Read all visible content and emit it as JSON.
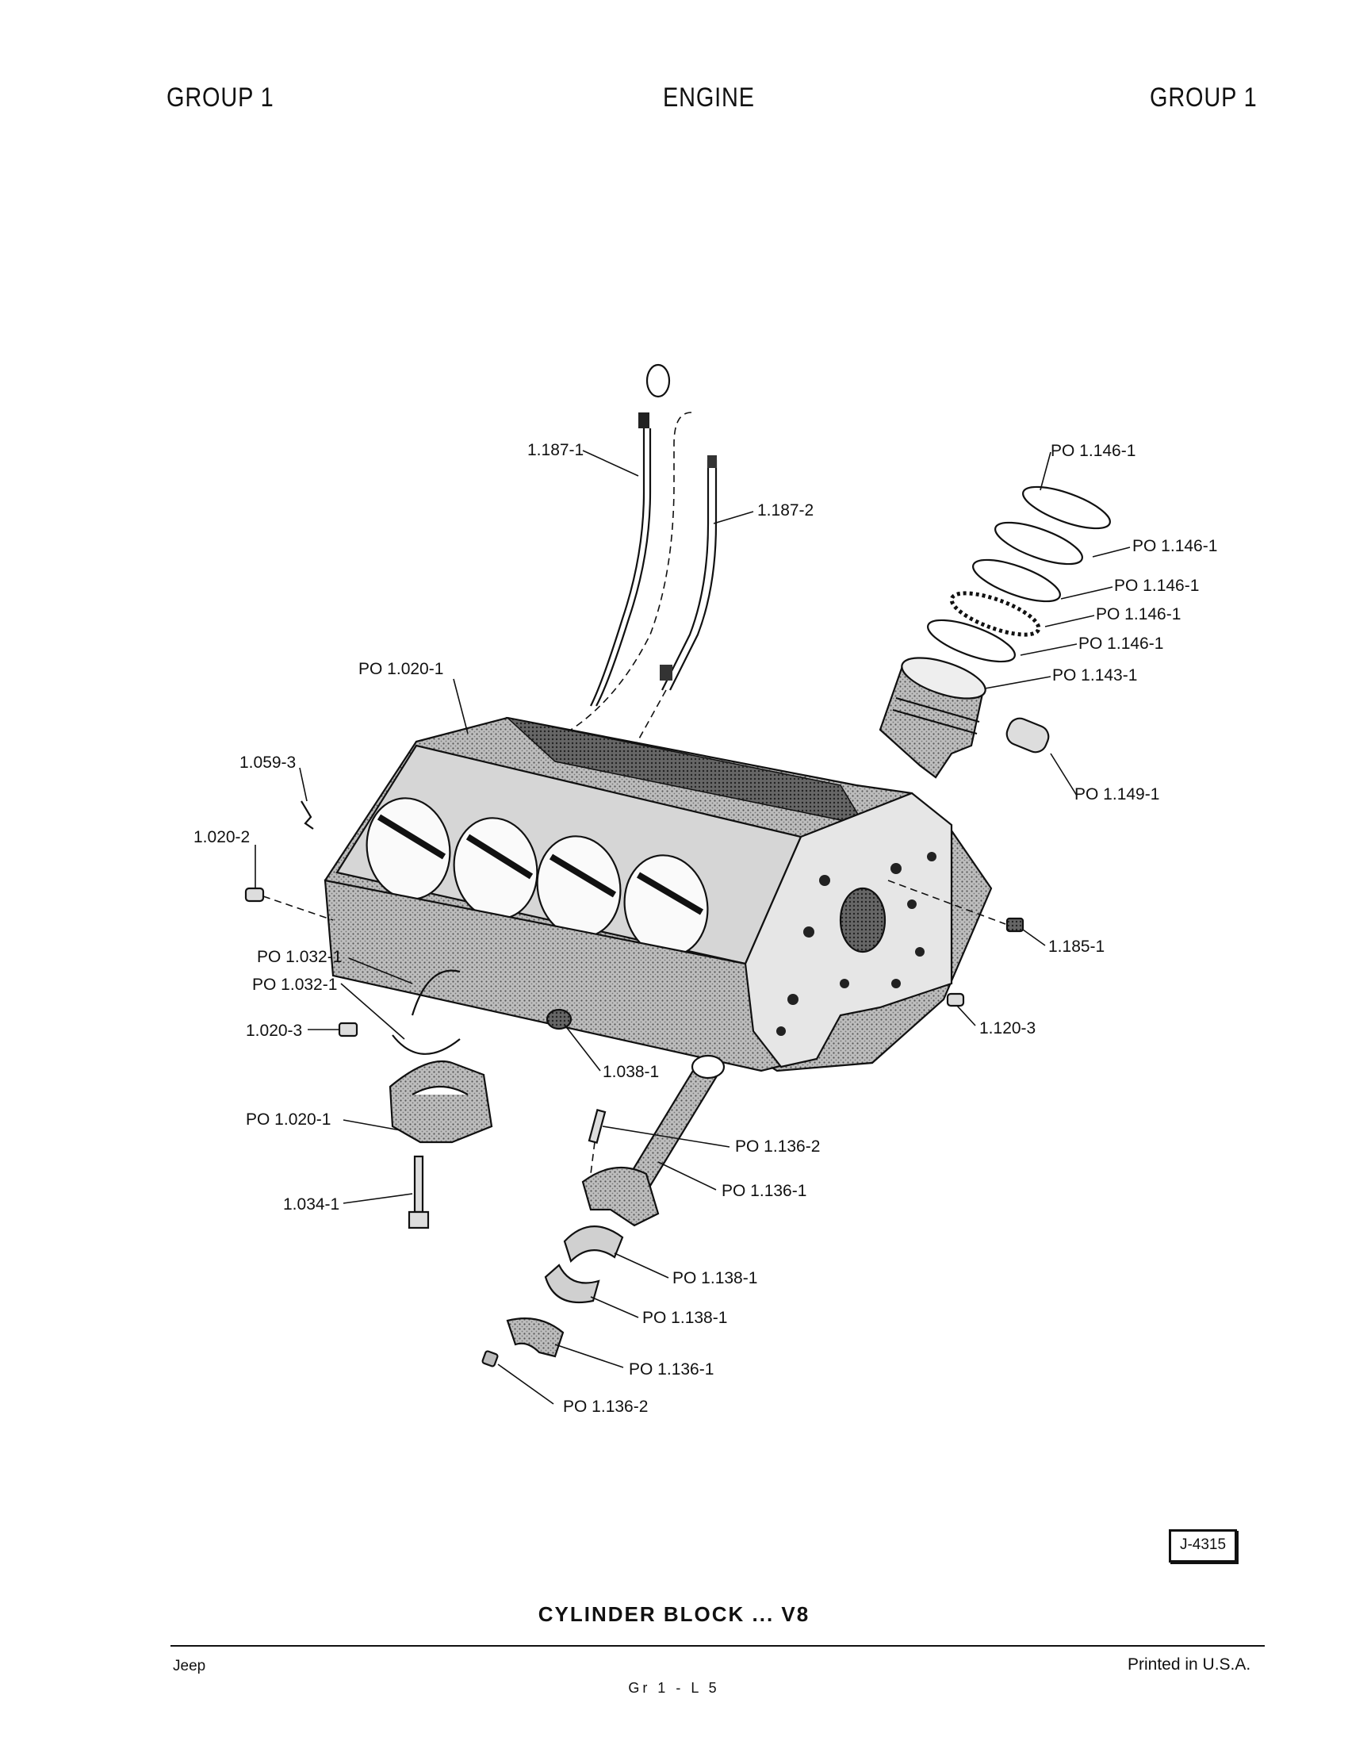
{
  "header": {
    "left": "GROUP 1",
    "center": "ENGINE",
    "right": "GROUP 1"
  },
  "callouts": [
    "1.187-1",
    "1.187-2",
    "PO 1.146-1",
    "PO 1.146-1",
    "PO 1.146-1",
    "PO 1.146-1",
    "PO 1.146-1",
    "PO 1.143-1",
    "PO 1.020-1",
    "1.059-3",
    "1.020-2",
    "PO 1.149-1",
    "1.185-1",
    "PO 1.032-1",
    "PO 1.032-1",
    "1.020-3",
    "1.120-3",
    "1.038-1",
    "PO 1.020-1",
    "PO 1.136-2",
    "PO 1.136-1",
    "1.034-1",
    "PO 1.138-1",
    "PO 1.138-1",
    "PO 1.136-1",
    "PO 1.136-2"
  ],
  "figure_number": "J-4315",
  "caption": "CYLINDER BLOCK ... V8",
  "footer": {
    "left": "Jeep",
    "right": "Printed in U.S.A.",
    "center": "Gr 1 - L 5"
  }
}
